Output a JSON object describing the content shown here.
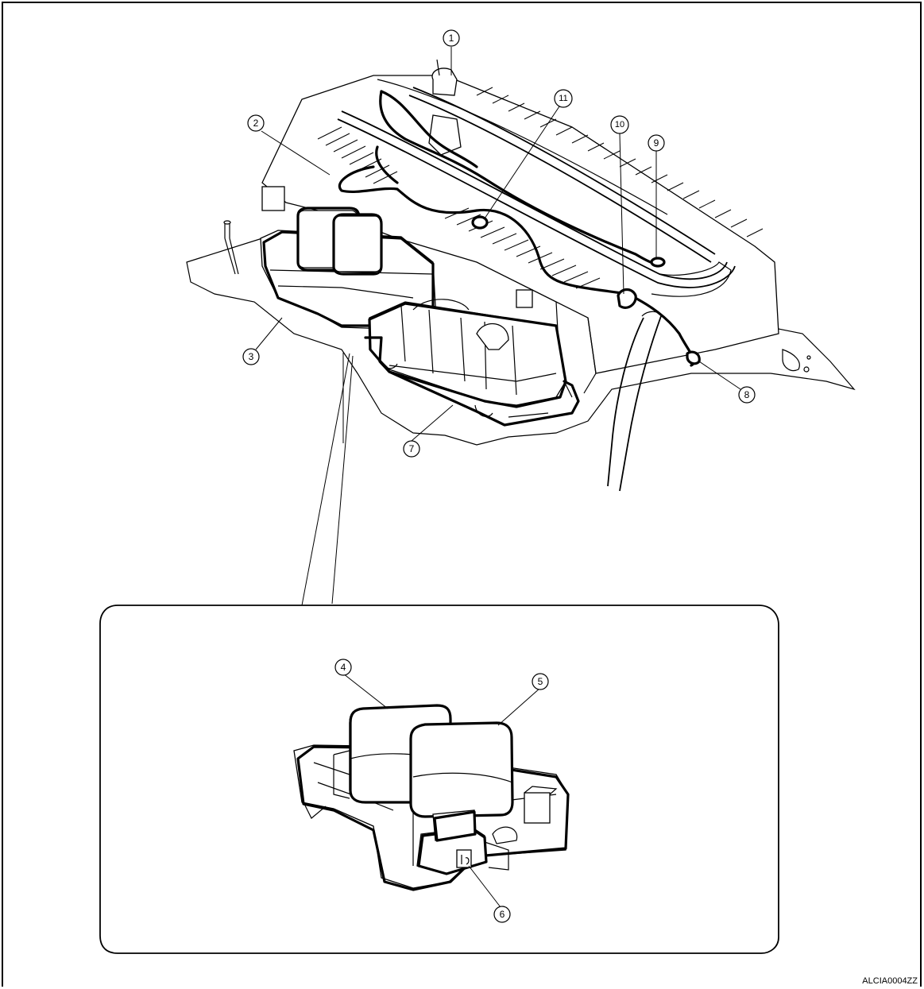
{
  "figure": {
    "reference_code": "ALCIA0004ZZ"
  },
  "callouts": [
    {
      "id": "c1",
      "label": "1"
    },
    {
      "id": "c2",
      "label": "2"
    },
    {
      "id": "c3",
      "label": "3"
    },
    {
      "id": "c4",
      "label": "4"
    },
    {
      "id": "c5",
      "label": "5"
    },
    {
      "id": "c6",
      "label": "6"
    },
    {
      "id": "c7",
      "label": "7"
    },
    {
      "id": "c8",
      "label": "8"
    },
    {
      "id": "c9",
      "label": "9"
    },
    {
      "id": "c10",
      "label": "10"
    },
    {
      "id": "c11",
      "label": "11"
    }
  ]
}
